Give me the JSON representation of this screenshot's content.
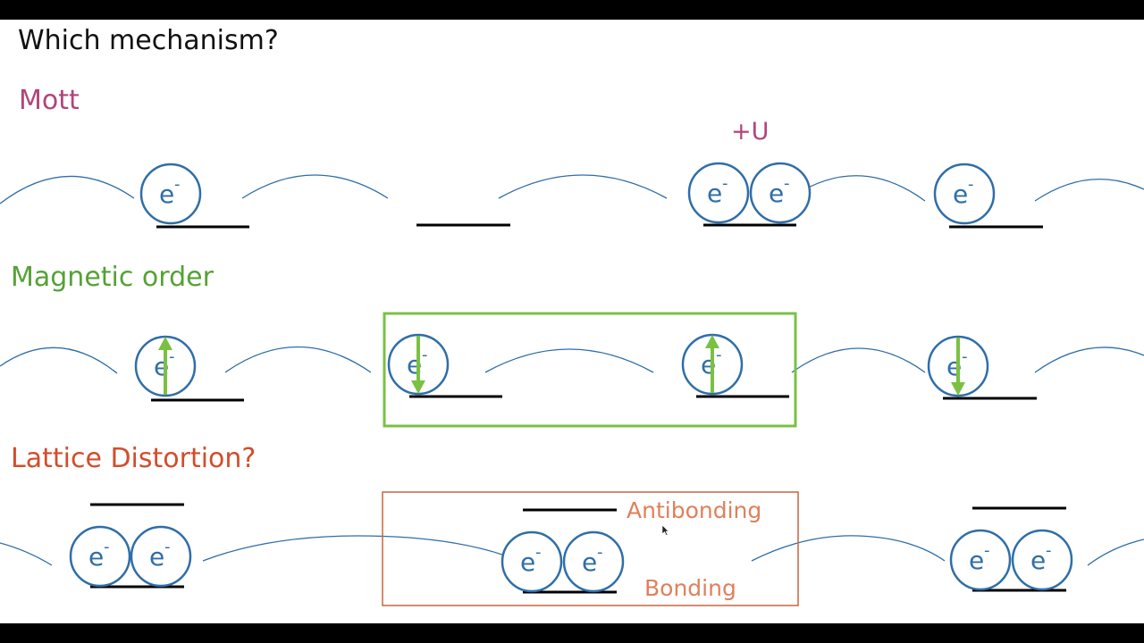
{
  "slide": {
    "title": "Which mechanism?",
    "sections": {
      "mott": "Mott",
      "magnetic": "Magnetic order",
      "lattice": "Lattice Distortion?"
    },
    "labels": {
      "plus_u": "+U",
      "antibonding": "Antibonding",
      "bonding": "Bonding",
      "electron": "e",
      "charge": "-"
    }
  },
  "colors": {
    "mott": "#b2447a",
    "magnetic": "#55a235",
    "lattice": "#d34d2a",
    "electron": "#2f6ea8",
    "bond_curve": "#2f6ea8",
    "annotation": "#e0805b"
  },
  "icons": [
    "electron-icon",
    "spin-up-arrow-icon",
    "spin-down-arrow-icon"
  ]
}
